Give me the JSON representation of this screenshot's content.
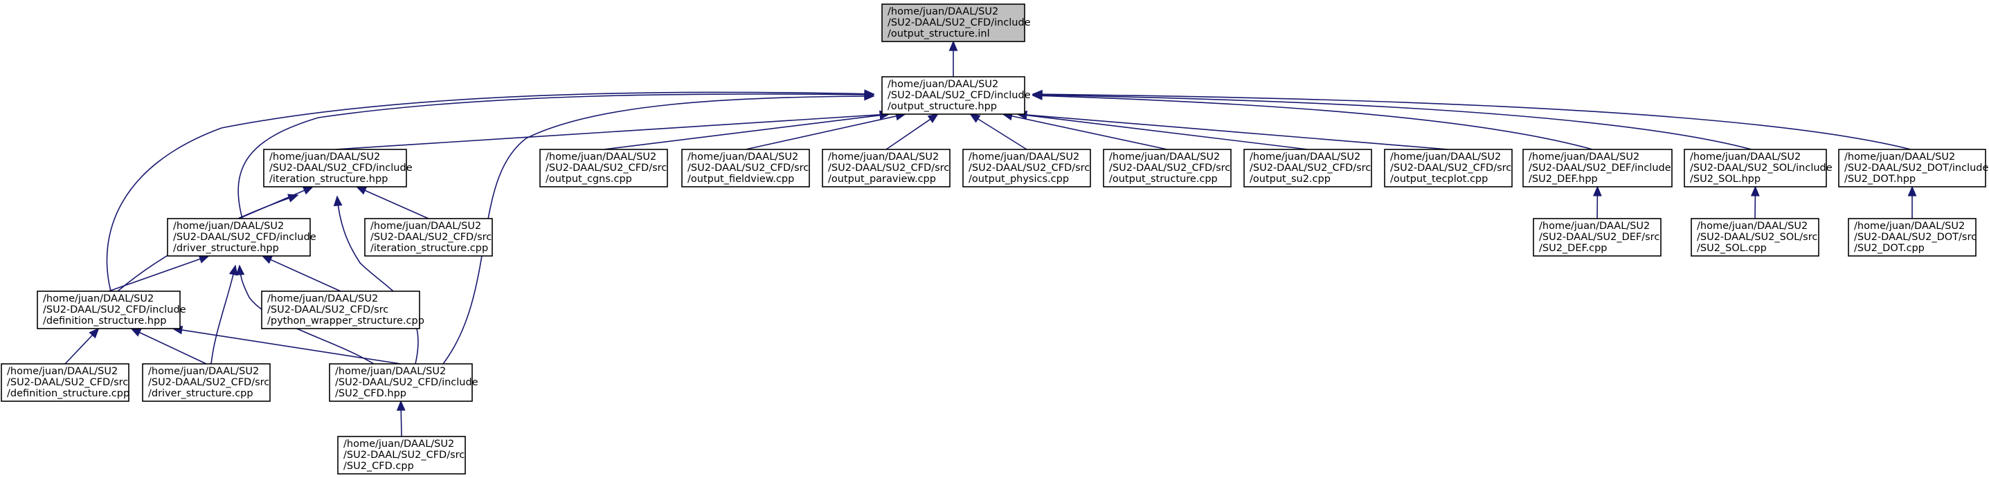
{
  "nodes": [
    {
      "id": "output_structure_inl",
      "lines": [
        "/home/juan/DAAL/SU2",
        "/SU2-DAAL/SU2_CFD/include",
        "/output_structure.inl"
      ],
      "root": true
    },
    {
      "id": "output_structure_hpp",
      "lines": [
        "/home/juan/DAAL/SU2",
        "/SU2-DAAL/SU2_CFD/include",
        "/output_structure.hpp"
      ]
    },
    {
      "id": "iteration_structure_hpp",
      "lines": [
        "/home/juan/DAAL/SU2",
        "/SU2-DAAL/SU2_CFD/include",
        "/iteration_structure.hpp"
      ]
    },
    {
      "id": "output_cgns_cpp",
      "lines": [
        "/home/juan/DAAL/SU2",
        "/SU2-DAAL/SU2_CFD/src",
        "/output_cgns.cpp"
      ]
    },
    {
      "id": "output_fieldview_cpp",
      "lines": [
        "/home/juan/DAAL/SU2",
        "/SU2-DAAL/SU2_CFD/src",
        "/output_fieldview.cpp"
      ]
    },
    {
      "id": "output_paraview_cpp",
      "lines": [
        "/home/juan/DAAL/SU2",
        "/SU2-DAAL/SU2_CFD/src",
        "/output_paraview.cpp"
      ]
    },
    {
      "id": "output_physics_cpp",
      "lines": [
        "/home/juan/DAAL/SU2",
        "/SU2-DAAL/SU2_CFD/src",
        "/output_physics.cpp"
      ]
    },
    {
      "id": "output_structure_cpp",
      "lines": [
        "/home/juan/DAAL/SU2",
        "/SU2-DAAL/SU2_CFD/src",
        "/output_structure.cpp"
      ]
    },
    {
      "id": "output_su2_cpp",
      "lines": [
        "/home/juan/DAAL/SU2",
        "/SU2-DAAL/SU2_CFD/src",
        "/output_su2.cpp"
      ]
    },
    {
      "id": "output_tecplot_cpp",
      "lines": [
        "/home/juan/DAAL/SU2",
        "/SU2-DAAL/SU2_CFD/src",
        "/output_tecplot.cpp"
      ]
    },
    {
      "id": "su2_def_hpp",
      "lines": [
        "/home/juan/DAAL/SU2",
        "/SU2-DAAL/SU2_DEF/include",
        "/SU2_DEF.hpp"
      ]
    },
    {
      "id": "su2_sol_hpp",
      "lines": [
        "/home/juan/DAAL/SU2",
        "/SU2-DAAL/SU2_SOL/include",
        "/SU2_SOL.hpp"
      ]
    },
    {
      "id": "su2_dot_hpp",
      "lines": [
        "/home/juan/DAAL/SU2",
        "/SU2-DAAL/SU2_DOT/include",
        "/SU2_DOT.hpp"
      ]
    },
    {
      "id": "driver_structure_hpp",
      "lines": [
        "/home/juan/DAAL/SU2",
        "/SU2-DAAL/SU2_CFD/include",
        "/driver_structure.hpp"
      ]
    },
    {
      "id": "iteration_structure_cpp",
      "lines": [
        "/home/juan/DAAL/SU2",
        "/SU2-DAAL/SU2_CFD/src",
        "/iteration_structure.cpp"
      ]
    },
    {
      "id": "su2_def_cpp",
      "lines": [
        "/home/juan/DAAL/SU2",
        "/SU2-DAAL/SU2_DEF/src",
        "/SU2_DEF.cpp"
      ]
    },
    {
      "id": "su2_sol_cpp",
      "lines": [
        "/home/juan/DAAL/SU2",
        "/SU2-DAAL/SU2_SOL/src",
        "/SU2_SOL.cpp"
      ]
    },
    {
      "id": "su2_dot_cpp",
      "lines": [
        "/home/juan/DAAL/SU2",
        "/SU2-DAAL/SU2_DOT/src",
        "/SU2_DOT.cpp"
      ]
    },
    {
      "id": "definition_structure_hpp",
      "lines": [
        "/home/juan/DAAL/SU2",
        "/SU2-DAAL/SU2_CFD/include",
        "/definition_structure.hpp"
      ]
    },
    {
      "id": "python_wrapper_structure_cpp",
      "lines": [
        "/home/juan/DAAL/SU2",
        "/SU2-DAAL/SU2_CFD/src",
        "/python_wrapper_structure.cpp"
      ]
    },
    {
      "id": "definition_structure_cpp",
      "lines": [
        "/home/juan/DAAL/SU2",
        "/SU2-DAAL/SU2_CFD/src",
        "/definition_structure.cpp"
      ]
    },
    {
      "id": "driver_structure_cpp",
      "lines": [
        "/home/juan/DAAL/SU2",
        "/SU2-DAAL/SU2_CFD/src",
        "/driver_structure.cpp"
      ]
    },
    {
      "id": "su2_cfd_hpp",
      "lines": [
        "/home/juan/DAAL/SU2",
        "/SU2-DAAL/SU2_CFD/include",
        "/SU2_CFD.hpp"
      ]
    },
    {
      "id": "su2_cfd_cpp",
      "lines": [
        "/home/juan/DAAL/SU2",
        "/SU2-DAAL/SU2_CFD/src",
        "/SU2_CFD.cpp"
      ]
    }
  ],
  "edges": [
    {
      "from": "output_structure_hpp",
      "to": "output_structure_inl"
    },
    {
      "from": "iteration_structure_hpp",
      "to": "output_structure_hpp"
    },
    {
      "from": "output_cgns_cpp",
      "to": "output_structure_hpp"
    },
    {
      "from": "output_fieldview_cpp",
      "to": "output_structure_hpp"
    },
    {
      "from": "output_paraview_cpp",
      "to": "output_structure_hpp"
    },
    {
      "from": "output_physics_cpp",
      "to": "output_structure_hpp"
    },
    {
      "from": "output_structure_cpp",
      "to": "output_structure_hpp"
    },
    {
      "from": "output_su2_cpp",
      "to": "output_structure_hpp"
    },
    {
      "from": "output_tecplot_cpp",
      "to": "output_structure_hpp"
    },
    {
      "from": "su2_def_hpp",
      "to": "output_structure_hpp"
    },
    {
      "from": "su2_sol_hpp",
      "to": "output_structure_hpp"
    },
    {
      "from": "su2_dot_hpp",
      "to": "output_structure_hpp"
    },
    {
      "from": "driver_structure_hpp",
      "to": "output_structure_hpp"
    },
    {
      "from": "definition_structure_hpp",
      "to": "output_structure_hpp"
    },
    {
      "from": "su2_cfd_hpp",
      "to": "output_structure_hpp"
    },
    {
      "from": "driver_structure_hpp",
      "to": "iteration_structure_hpp"
    },
    {
      "from": "iteration_structure_cpp",
      "to": "iteration_structure_hpp"
    },
    {
      "from": "definition_structure_hpp",
      "to": "iteration_structure_hpp"
    },
    {
      "from": "su2_cfd_hpp",
      "to": "iteration_structure_hpp"
    },
    {
      "from": "su2_def_cpp",
      "to": "su2_def_hpp"
    },
    {
      "from": "su2_sol_cpp",
      "to": "su2_sol_hpp"
    },
    {
      "from": "su2_dot_cpp",
      "to": "su2_dot_hpp"
    },
    {
      "from": "definition_structure_hpp",
      "to": "driver_structure_hpp"
    },
    {
      "from": "python_wrapper_structure_cpp",
      "to": "driver_structure_hpp"
    },
    {
      "from": "driver_structure_cpp",
      "to": "driver_structure_hpp"
    },
    {
      "from": "su2_cfd_hpp",
      "to": "driver_structure_hpp"
    },
    {
      "from": "definition_structure_cpp",
      "to": "definition_structure_hpp"
    },
    {
      "from": "driver_structure_cpp",
      "to": "definition_structure_hpp"
    },
    {
      "from": "su2_cfd_hpp",
      "to": "definition_structure_hpp"
    },
    {
      "from": "su2_cfd_cpp",
      "to": "su2_cfd_hpp"
    }
  ]
}
